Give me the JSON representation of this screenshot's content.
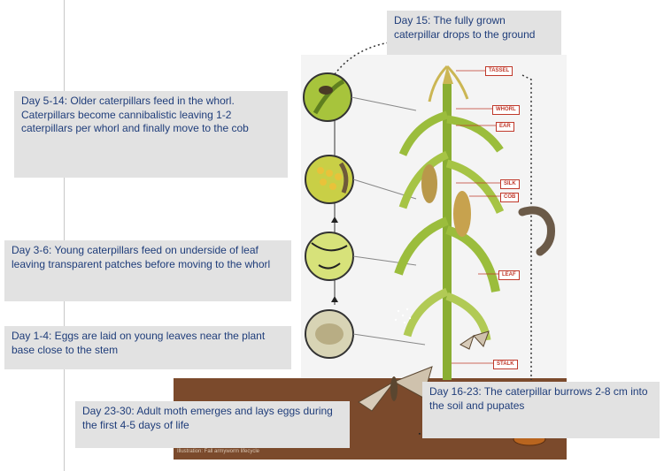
{
  "stages": {
    "day_15": "Day 15: The fully grown caterpillar drops to the ground",
    "day_5_14": "Day 5-14: Older caterpillars feed in the whorl. Caterpillars become cannibalistic leaving 1-2 caterpillars per whorl and finally move to the cob",
    "day_3_6": "Day 3-6: Young caterpillars feed on underside of leaf leaving transparent patches before moving to the whorl",
    "day_1_4": "Day 1-4: Eggs are laid on young leaves near the plant base close to the stem",
    "day_16_23": "Day 16-23: The caterpillar burrows 2-8 cm into the soil and pupates",
    "day_23_30": "Day 23-30: Adult moth emerges and lays eggs during the first 4-5 days of life"
  },
  "plant_labels": {
    "tassel": "TASSEL",
    "whorl": "WHORL",
    "ear": "EAR",
    "silk": "SILK",
    "cob": "COB",
    "leaf": "LEAF",
    "stalk": "STALK"
  },
  "credit": "Illustration: Fall armyworm lifecycle",
  "colors": {
    "text_blue": "#1f3d7a",
    "box_grey": "#e2e2e2",
    "label_red": "#c0392b",
    "leaf_green": "#9bbd3c",
    "soil_brown": "#7b4a2c"
  }
}
